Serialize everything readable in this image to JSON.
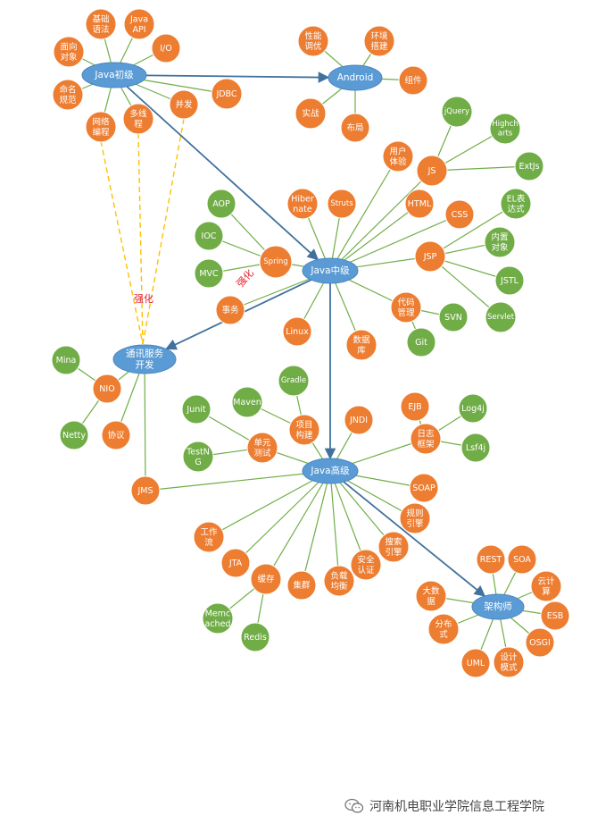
{
  "colors": {
    "hub": "#5b9bd5",
    "orange": "#ed7d31",
    "green": "#70ad47",
    "arrow": "#41719c",
    "dashed": "#ffc000",
    "red_label": "#e0202f"
  },
  "annotations": {
    "strengthen_1": "强化",
    "strengthen_2": "强化"
  },
  "footer": {
    "logo_icon": "wechat-icon",
    "text": "河南机电职业学院信息工程学院"
  },
  "nodes": {
    "java_beginner": "Java初级",
    "android": "Android",
    "java_mid": "Java中级",
    "comm": "通讯服务|开发",
    "java_adv": "Java高级",
    "architect": "架构师",
    "basic_syntax": "基础|语法",
    "java_api": "Java|API",
    "oop": "面向|对象",
    "io": "I/O",
    "naming": "命名|规范",
    "jdbc": "JDBC",
    "network": "网络|编程",
    "multithread": "多线|程",
    "concurrency": "并发",
    "perf": "性能|调优",
    "env": "环境|搭建",
    "component": "组件",
    "practice": "实战",
    "layout": "布局",
    "ux": "用户|体验",
    "jquery": "jQuery",
    "highcharts": "Highch|arts",
    "extjs": "ExtJs",
    "js": "JS",
    "html": "HTML",
    "css": "CSS",
    "el": "EL表|达式",
    "builtin": "内置|对象",
    "jsp": "JSP",
    "jstl": "JSTL",
    "servlet": "Servlet",
    "svn": "SVN",
    "git": "Git",
    "vcs": "代码|管理",
    "hibernate": "Hiber|nate",
    "struts": "Struts",
    "aop": "AOP",
    "ioc": "IOC",
    "mvc": "MVC",
    "spring": "Spring",
    "transaction": "事务",
    "linux": "Linux",
    "database": "数据|库",
    "mina": "Mina",
    "nio": "NIO",
    "netty": "Netty",
    "protocol": "协议",
    "jms": "JMS",
    "gradle": "Gradle",
    "maven": "Maven",
    "junit": "Junit",
    "testng": "TestN|G",
    "build": "项目|构建",
    "unittest": "单元|测试",
    "jndi": "JNDI",
    "ejb": "EJB",
    "log4j": "Log4j",
    "slf4j": "Lsf4j",
    "logfw": "日志|框架",
    "soap": "SOAP",
    "rules": "规则|引擎",
    "search": "搜索|引擎",
    "security": "安全|认证",
    "lb": "负载|均衡",
    "cluster": "集群",
    "cache": "缓存",
    "jta": "JTA",
    "workflow": "工作|流",
    "memcached": "Memc|ached",
    "redis": "Redis",
    "rest": "REST",
    "soa": "SOA",
    "cloud": "云计|算",
    "esb": "ESB",
    "osgi": "OSGI",
    "design": "设计|模式",
    "uml": "UML",
    "distributed": "分布|式",
    "bigdata": "大数|据"
  }
}
